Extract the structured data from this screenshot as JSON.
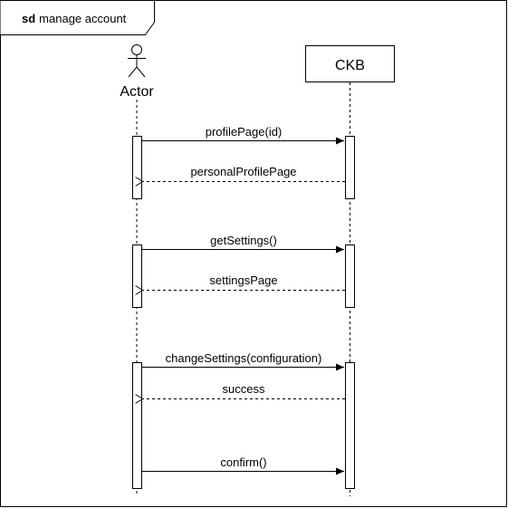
{
  "frame": {
    "keyword": "sd",
    "name": "manage account"
  },
  "lifelines": {
    "actor": "Actor",
    "system": "CKB"
  },
  "messages": [
    {
      "label": "profilePage(id)",
      "kind": "sync"
    },
    {
      "label": "personalProfilePage",
      "kind": "return"
    },
    {
      "label": "getSettings()",
      "kind": "sync"
    },
    {
      "label": "settingsPage",
      "kind": "return"
    },
    {
      "label": "changeSettings(configuration)",
      "kind": "sync"
    },
    {
      "label": "success",
      "kind": "return"
    },
    {
      "label": "confirm()",
      "kind": "sync"
    }
  ]
}
